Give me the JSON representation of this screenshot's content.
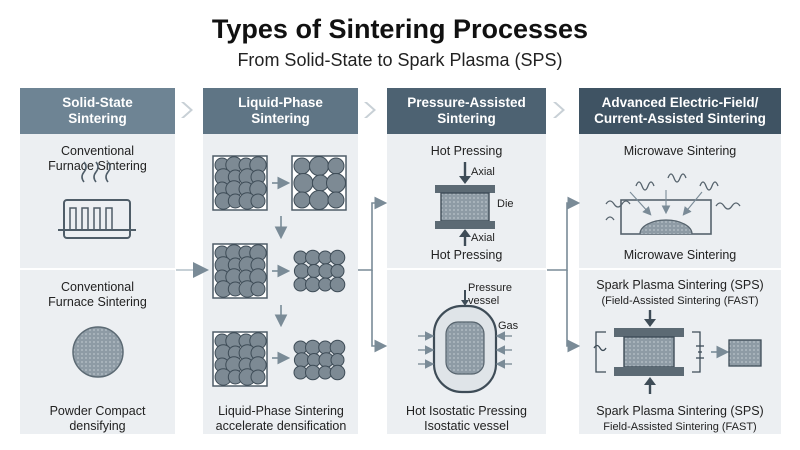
{
  "title": "Types of Sintering Processes",
  "subtitle": "From Solid-State to Spark Plasma (SPS)",
  "colors": {
    "header_1": "#6e8494",
    "header_2": "#5f7585",
    "header_3": "#4d6272",
    "header_4": "#3f5363",
    "panel_bg": "#eceff2",
    "arrow": "#7a8b97",
    "particle": "#7d8a94"
  },
  "columns": [
    {
      "header": [
        "Solid-State",
        "Sintering"
      ],
      "cells": [
        {
          "label": [
            "Conventional",
            "Furnace Sintering"
          ],
          "icon": "furnace-heater-icon"
        },
        {
          "label": [
            "Conventional",
            "Furnace Sintering"
          ],
          "icon": "powder-compact-disc-icon",
          "caption": [
            "Powder Compact",
            "densifying"
          ]
        }
      ]
    },
    {
      "header": [
        "Liquid-Phase",
        "Sintering"
      ],
      "cells": [
        {
          "icon": "particle-rearrangement-icon"
        },
        {
          "caption": [
            "Liquid-Phase Sintering",
            "accelerate densification"
          ]
        }
      ]
    },
    {
      "header": [
        "Pressure-Assisted",
        "Sintering"
      ],
      "cells": [
        {
          "label": [
            "Hot Pressing"
          ],
          "icon": "hot-press-die-icon",
          "annotations": [
            "Axial",
            "Die",
            "Axial"
          ],
          "caption": [
            "Hot Pressing"
          ]
        },
        {
          "icon": "isostatic-vessel-icon",
          "annotations": [
            "Pressure",
            "vessel",
            "Gas"
          ],
          "caption": [
            "Hot Isostatic Pressing",
            "Isostatic vessel"
          ]
        }
      ]
    },
    {
      "header": [
        "Advanced Electric-Field/",
        "Current-Assisted Sintering"
      ],
      "cells": [
        {
          "label": [
            "Microwave Sintering"
          ],
          "icon": "microwave-field-icon",
          "caption": [
            "Microwave Sintering"
          ]
        },
        {
          "label": [
            "Spark Plasma Sintering (SPS)",
            "(Field-Assisted Sintering (FAST)"
          ],
          "icon": "sps-press-icon",
          "caption": [
            "Spark Plasma Sintering (SPS)",
            "Field-Assisted Sintering (FAST)"
          ]
        }
      ]
    }
  ]
}
